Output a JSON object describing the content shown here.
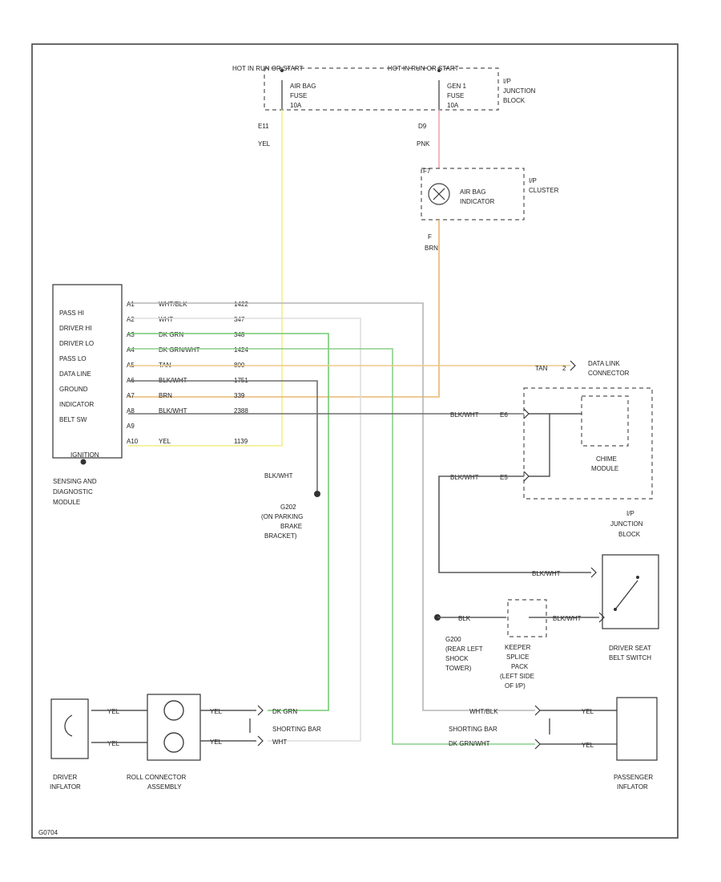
{
  "header": {
    "hot_left": "HOT IN RUN OR START",
    "hot_right": "HOT IN RUN OR START",
    "fuse_left": [
      "AIR BAG",
      "FUSE",
      "10A"
    ],
    "fuse_right": [
      "GEN 1",
      "FUSE",
      "10A"
    ],
    "ip_junction_block": [
      "I/P",
      "JUNCTION",
      "BLOCK"
    ]
  },
  "wires_top": {
    "left_circuit": "E11",
    "left_color": "YEL",
    "right_circuit": "D9",
    "right_color": "PNK"
  },
  "cluster": {
    "label": [
      "AIR BAG",
      "INDICATOR"
    ],
    "side": [
      "I/P",
      "CLUSTER"
    ],
    "pin_top": "F7",
    "pin_bottom": "F",
    "wire_color": "BRN"
  },
  "module": {
    "rows": [
      "PASS HI",
      "DRIVER HI",
      "DRIVER LO",
      "PASS LO",
      "DATA LINE",
      "GROUND",
      "INDICATOR",
      "BELT SW"
    ],
    "footer": "IGNITION",
    "name": [
      "SENSING AND",
      "DIAGNOSTIC",
      "MODULE"
    ]
  },
  "pins": [
    {
      "pin": "A1",
      "color": "WHT/BLK",
      "circuit": "1422"
    },
    {
      "pin": "A2",
      "color": "WHT",
      "circuit": "347"
    },
    {
      "pin": "A3",
      "color": "DK GRN",
      "circuit": "348"
    },
    {
      "pin": "A4",
      "color": "DK GRN/WHT",
      "circuit": "1424"
    },
    {
      "pin": "A5",
      "color": "TAN",
      "circuit": "800"
    },
    {
      "pin": "A6",
      "color": "BLK/WHT",
      "circuit": "1751"
    },
    {
      "pin": "A7",
      "color": "BRN",
      "circuit": "339"
    },
    {
      "pin": "A8",
      "color": "BLK/WHT",
      "circuit": "2388"
    },
    {
      "pin": "A9",
      "color": "",
      "circuit": ""
    },
    {
      "pin": "A10",
      "color": "YEL",
      "circuit": "1139"
    }
  ],
  "dlc": {
    "color": "TAN",
    "pin": "2",
    "label": [
      "DATA LINK",
      "CONNECTOR"
    ]
  },
  "chime": {
    "label": [
      "CHIME",
      "MODULE"
    ],
    "wire1_color": "BLK/WHT",
    "wire1_pin": "E6",
    "wire2_color": "BLK/WHT",
    "wire2_pin": "E5",
    "jb_label": [
      "I/P",
      "JUNCTION",
      "BLOCK"
    ]
  },
  "ground_g202": {
    "wire_color": "BLK/WHT",
    "label": [
      "G202",
      "(ON PARKING",
      "BRAKE",
      "BRACKET)"
    ]
  },
  "seat_belt": {
    "wire_color": "BLK/WHT",
    "label": [
      "DRIVER SEAT",
      "BELT SWITCH"
    ]
  },
  "g200": {
    "wire1": "BLK",
    "wire2": "BLK/WHT",
    "label": [
      "G200",
      "(REAR LEFT",
      "SHOCK",
      "TOWER)"
    ]
  },
  "splice": {
    "label": [
      "KEEPER",
      "SPLICE",
      "PACK",
      "(LEFT SIDE",
      "OF I/P)"
    ]
  },
  "driver_side": {
    "inflator": [
      "DRIVER",
      "INFLATOR"
    ],
    "coil": [
      "ROLL CONNECTOR",
      "ASSEMBLY"
    ],
    "wire_top": "YEL",
    "wire_bottom": "YEL",
    "coil_out_top": "YEL",
    "coil_out_bottom": "YEL",
    "shorting_bar": "SHORTING BAR",
    "grn_label": "DK GRN",
    "wht_label": "WHT"
  },
  "pass_side": {
    "inflator": [
      "PASSENGER",
      "INFLATOR"
    ],
    "wire_top": "YEL",
    "wire_bottom": "YEL",
    "top_color": "WHT/BLK",
    "shorting_bar": "SHORTING BAR",
    "bottom_color": "DK GRN/WHT"
  },
  "footer_code": "G0704"
}
